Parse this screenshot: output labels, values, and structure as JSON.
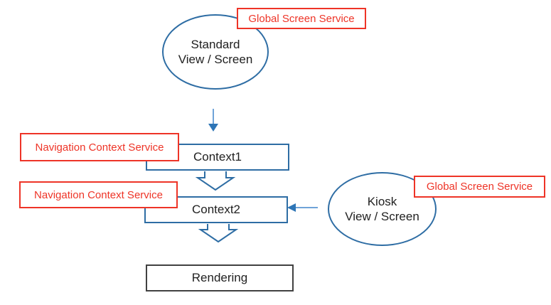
{
  "colors": {
    "blue": "#2e6da4",
    "light_blue": "#6fa3d8",
    "arrow_blue": "#2e75b6",
    "red": "#ee3427",
    "dark_border": "#414141"
  },
  "nodes": {
    "standard_screen": {
      "label": "Standard\nView / Screen"
    },
    "context1": {
      "label": "Context1"
    },
    "context2": {
      "label": "Context2"
    },
    "kiosk_screen": {
      "label": "Kiosk\nView / Screen"
    },
    "rendering": {
      "label": "Rendering"
    }
  },
  "service_labels": {
    "global_top": {
      "label": "Global Screen Service"
    },
    "global_right": {
      "label": "Global Screen Service"
    },
    "nav_context_1": {
      "label": "Navigation Context Service"
    },
    "nav_context_2": {
      "label": "Navigation Context Service"
    }
  }
}
